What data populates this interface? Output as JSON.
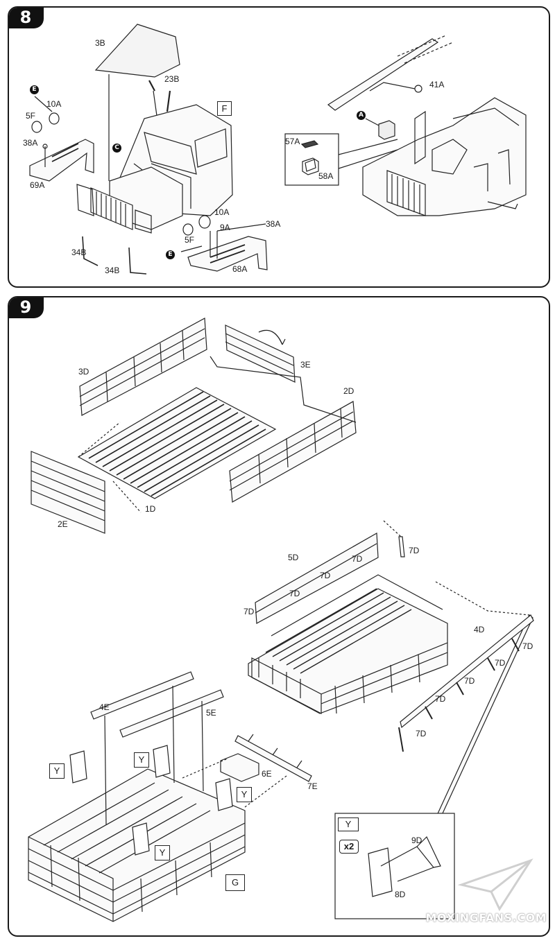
{
  "step8": {
    "number": "8",
    "labels": {
      "p3B": "3B",
      "p23B": "23B",
      "p10A_top": "10A",
      "p5F_top": "5F",
      "p38A_left": "38A",
      "p69A": "69A",
      "p34B_a": "34B",
      "p34B_b": "34B",
      "p10A_bottom": "10A",
      "p9A": "9A",
      "p38A_right": "38A",
      "p5F_bottom": "5F",
      "p68A": "68A",
      "p41A": "41A",
      "p57A": "57A",
      "p58A": "58A"
    },
    "markers": {
      "E_top": "E",
      "C": "C",
      "E_bottom": "E",
      "A": "A"
    },
    "box_F": "F"
  },
  "step9": {
    "number": "9",
    "labels": {
      "p3D": "3D",
      "p3E": "3E",
      "p2D": "2D",
      "p2E": "2E",
      "p1D": "1D",
      "p5D": "5D",
      "p7D_1": "7D",
      "p7D_2": "7D",
      "p7D_3": "7D",
      "p7D_4": "7D",
      "p7D_5": "7D",
      "p4D": "4D",
      "p7D_6": "7D",
      "p7D_7": "7D",
      "p7D_8": "7D",
      "p7D_9": "7D",
      "p7D_10": "7D",
      "p4E": "4E",
      "p5E": "5E",
      "p6E": "6E",
      "p7E": "7E",
      "p9D": "9D",
      "p8D": "8D"
    },
    "box_Y": "Y",
    "box_G": "G",
    "detail_Y": "Y",
    "detail_x2": "x2"
  },
  "watermark": "MOXINGFANS.COM"
}
